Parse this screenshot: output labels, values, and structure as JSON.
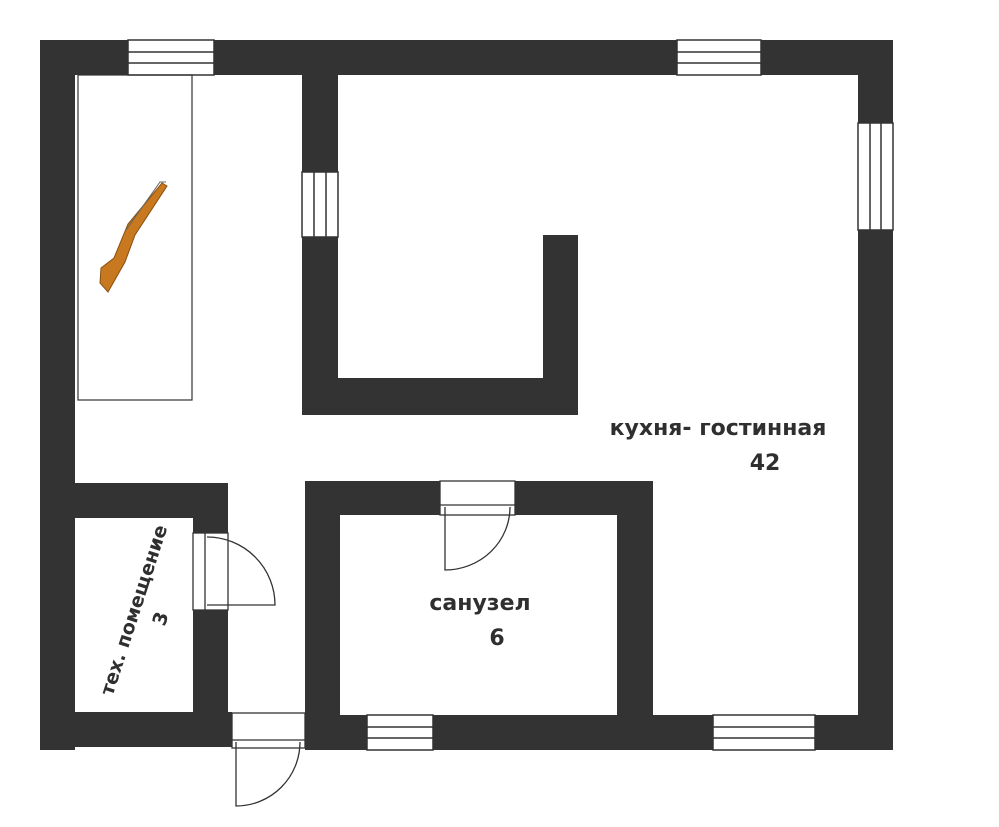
{
  "colors": {
    "wall": "#333333",
    "stairs": "#c8781e",
    "watermark": "#bdbdbd"
  },
  "rooms": [
    {
      "name": "кухня- гостинная",
      "area": "42"
    },
    {
      "name": "санузел",
      "area": "6"
    },
    {
      "name": "тех. помещение",
      "area": "3"
    }
  ],
  "icons": {
    "stairs": "staircase-icon"
  }
}
